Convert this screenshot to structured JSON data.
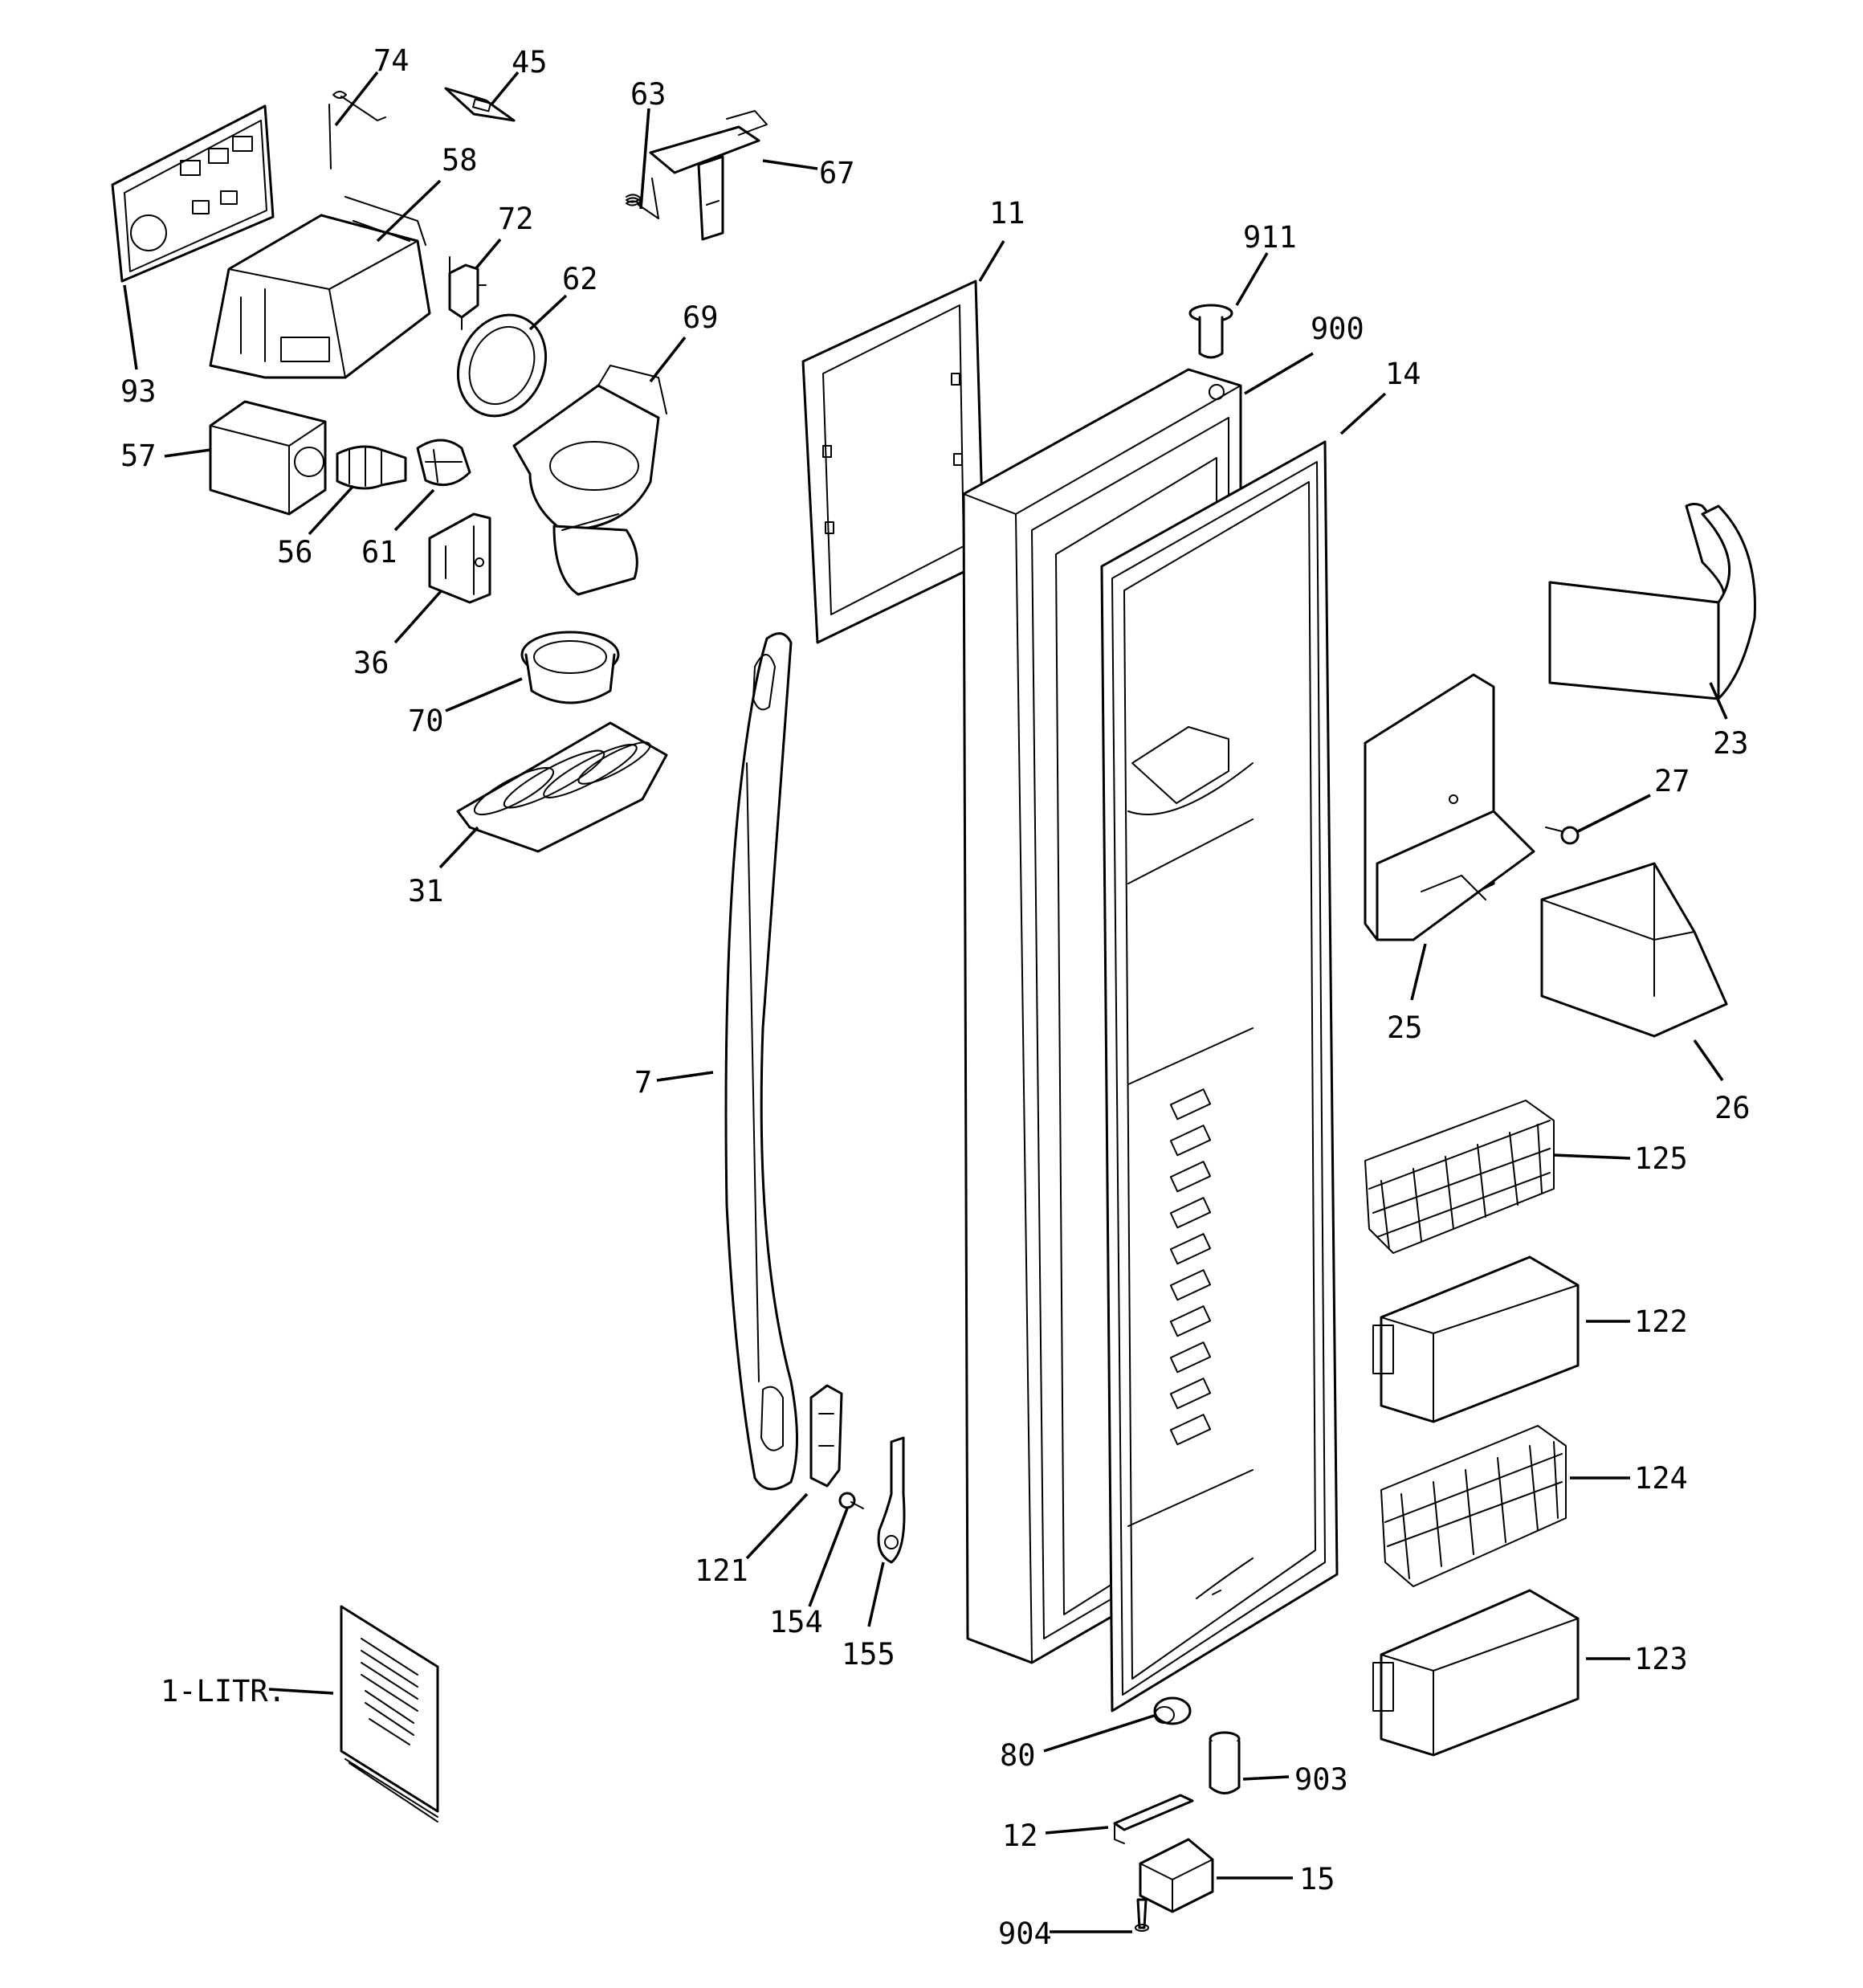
{
  "callouts": [
    {
      "id": "c74",
      "label": "74"
    },
    {
      "id": "c45",
      "label": "45"
    },
    {
      "id": "c63",
      "label": "63"
    },
    {
      "id": "c67",
      "label": "67"
    },
    {
      "id": "c58",
      "label": "58"
    },
    {
      "id": "c72",
      "label": "72"
    },
    {
      "id": "c11",
      "label": "11"
    },
    {
      "id": "c911",
      "label": "911"
    },
    {
      "id": "c62",
      "label": "62"
    },
    {
      "id": "c69",
      "label": "69"
    },
    {
      "id": "c900",
      "label": "900"
    },
    {
      "id": "c14",
      "label": "14"
    },
    {
      "id": "c93",
      "label": "93"
    },
    {
      "id": "c57",
      "label": "57"
    },
    {
      "id": "c56",
      "label": "56"
    },
    {
      "id": "c61",
      "label": "61"
    },
    {
      "id": "c36",
      "label": "36"
    },
    {
      "id": "c70",
      "label": "70"
    },
    {
      "id": "c23",
      "label": "23"
    },
    {
      "id": "c27",
      "label": "27"
    },
    {
      "id": "c31",
      "label": "31"
    },
    {
      "id": "c25",
      "label": "25"
    },
    {
      "id": "c7",
      "label": "7"
    },
    {
      "id": "c26",
      "label": "26"
    },
    {
      "id": "c125",
      "label": "125"
    },
    {
      "id": "c122",
      "label": "122"
    },
    {
      "id": "c124",
      "label": "124"
    },
    {
      "id": "c121",
      "label": "121"
    },
    {
      "id": "c154",
      "label": "154"
    },
    {
      "id": "c155",
      "label": "155"
    },
    {
      "id": "c123",
      "label": "123"
    },
    {
      "id": "c1litr",
      "label": "1-LITR."
    },
    {
      "id": "c80",
      "label": "80"
    },
    {
      "id": "c903",
      "label": "903"
    },
    {
      "id": "c12",
      "label": "12"
    },
    {
      "id": "c15",
      "label": "15"
    },
    {
      "id": "c904",
      "label": "904"
    }
  ]
}
